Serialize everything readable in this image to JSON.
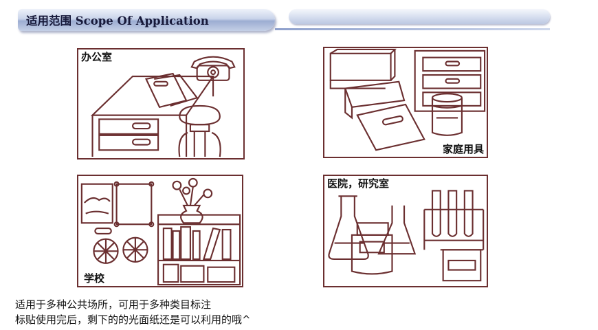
{
  "header": {
    "title": "适用范围 Scope Of Application"
  },
  "panels": [
    {
      "label": "办公室",
      "icons": [
        "desk-icon",
        "telephone-icon",
        "folder-icon",
        "chair-icon"
      ]
    },
    {
      "label": "家庭用具",
      "icons": [
        "binder-icon",
        "cabinet-icon",
        "jar-icon"
      ]
    },
    {
      "label": "学校",
      "icons": [
        "picture-frame-icon",
        "flower-vase-icon",
        "bookshelf-icon",
        "fan-icon"
      ]
    },
    {
      "label": "医院，研究室",
      "icons": [
        "flask-icon",
        "beaker-icon",
        "test-tube-icon"
      ]
    }
  ],
  "description": {
    "line1": "适用于多种公共场所，可用于多种类目标注",
    "line2": "标贴使用完后，剩下的的光面纸还是可以利用的哦^"
  },
  "colors": {
    "line_art": "#6b2f30",
    "header_text": "#17193a"
  }
}
